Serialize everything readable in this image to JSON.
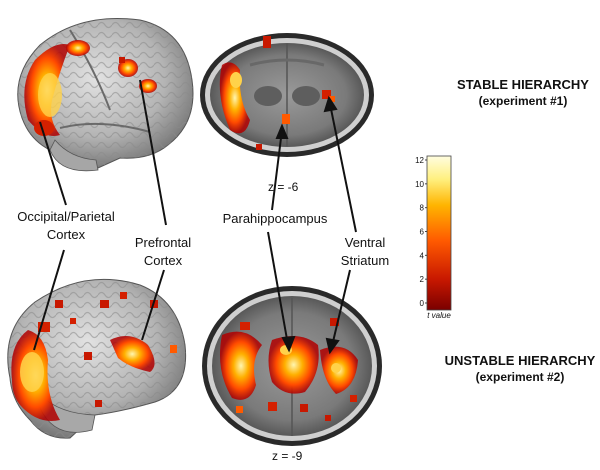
{
  "conditions": [
    {
      "title": "STABLE HIERARCHY",
      "subtitle": "(experiment #1)"
    },
    {
      "title": "UNSTABLE HIERARCHY",
      "subtitle": "(experiment #2)"
    }
  ],
  "regions": {
    "occipital": [
      "Occipital/Parietal",
      "Cortex"
    ],
    "prefrontal": [
      "Prefrontal",
      "Cortex"
    ],
    "parahippocampus": "Parahippocampus",
    "ventral": [
      "Ventral",
      "Striatum"
    ]
  },
  "slices": {
    "top": "z = -6",
    "bottom": "z = -9"
  },
  "colorbar": {
    "ticks": [
      "12",
      "10",
      "8",
      "6",
      "4",
      "2",
      "0"
    ],
    "tick_values": [
      12,
      10,
      8,
      6,
      4,
      2,
      0
    ],
    "max": 12,
    "unit": "t value",
    "colors": [
      "#7a0000",
      "#c81800",
      "#ff5a00",
      "#ffb400",
      "#fff080",
      "#fffde0"
    ]
  }
}
